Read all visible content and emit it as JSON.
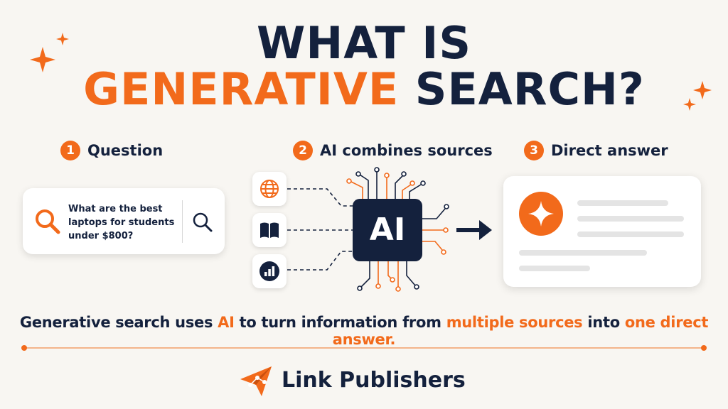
{
  "title": {
    "line1": "WHAT IS",
    "line2_highlight": "GENERATIVE",
    "line2_rest": "SEARCH?"
  },
  "steps": [
    {
      "number": "1",
      "label": "Question"
    },
    {
      "number": "2",
      "label": "AI combines sources"
    },
    {
      "number": "3",
      "label": "Direct answer"
    }
  ],
  "search": {
    "query": "What are the best laptops for students under $800?"
  },
  "sources": [
    {
      "icon": "globe-icon"
    },
    {
      "icon": "book-icon"
    },
    {
      "icon": "bar-chart-icon"
    }
  ],
  "ai_chip": {
    "label": "AI"
  },
  "tagline": {
    "part1": "Generative search uses ",
    "hl1": "AI",
    "part2": " to turn information from ",
    "hl2": "multiple sources",
    "part3": " into ",
    "hl3": "one direct answer."
  },
  "brand": {
    "name": "Link Publishers"
  },
  "colors": {
    "accent": "#f26a1b",
    "dark": "#14213d",
    "background": "#f8f6f2"
  }
}
